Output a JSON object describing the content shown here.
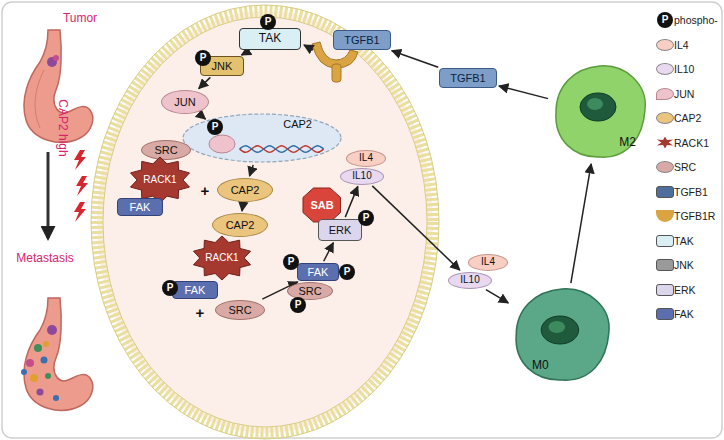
{
  "diagram": {
    "nodes": [
      {
        "text": [
          "TAK"
        ]
      },
      {
        "text": [
          "P"
        ]
      },
      {
        "text": [
          "JNK"
        ]
      },
      {
        "text": [
          "P"
        ]
      },
      {
        "text": [
          "JUN"
        ]
      },
      {
        "text": [
          "CAP2"
        ]
      },
      {
        "text": [
          "P"
        ],
        "in": 5
      },
      {
        "text": [
          "SRC"
        ]
      },
      {
        "text": [
          "RACK1"
        ]
      },
      {
        "text": [
          "FAK"
        ]
      },
      {
        "text": [
          "CAP2"
        ]
      },
      {
        "text": [
          "SAB"
        ]
      },
      {
        "text": [
          "CAP2"
        ]
      },
      {
        "text": [
          "RACK1"
        ]
      },
      {
        "text": [
          "FAK"
        ]
      },
      {
        "text": [
          "P"
        ]
      },
      {
        "text": [
          "SRC"
        ]
      },
      {
        "text": [
          "FAK"
        ]
      },
      {
        "text": [
          "P"
        ]
      },
      {
        "text": [
          "P"
        ]
      },
      {
        "text": [
          "SRC"
        ]
      },
      {
        "text": [
          "P"
        ]
      },
      {
        "text": [
          "ERK"
        ]
      },
      {
        "text": [
          "P"
        ]
      },
      {
        "text": [
          "IL4"
        ]
      },
      {
        "text": [
          "IL10"
        ]
      },
      {
        "text": [
          "TGFB1"
        ]
      },
      {
        "text": [
          "TGFB1"
        ]
      },
      {
        "text": [
          "IL4"
        ]
      },
      {
        "text": [
          "IL10"
        ]
      },
      {
        "text": [
          "M2"
        ]
      },
      {
        "text": [
          "M0"
        ]
      }
    ],
    "edges": [
      {
        "from": 27,
        "to": 26,
        "arrow": "to"
      },
      {
        "from": 0,
        "to": 2,
        "arrow": "to"
      },
      {
        "from": 2,
        "to": 4,
        "arrow": "to"
      },
      {
        "from": 4,
        "to": 6,
        "arrow": "to"
      },
      {
        "from": 5,
        "to": 10,
        "arrow": "to"
      },
      {
        "from": 10,
        "to": 12,
        "arrow": "to"
      },
      {
        "from": 16,
        "to": 17,
        "arrow": "to"
      },
      {
        "from": 17,
        "to": 22,
        "arrow": "to"
      },
      {
        "from": 22,
        "to": 25,
        "arrow": "to"
      },
      {
        "from": 25,
        "to": 29,
        "arrow": "to"
      },
      {
        "from": 29,
        "to": 31,
        "arrow": "to"
      },
      {
        "from": 31,
        "to": 30,
        "arrow": "to"
      },
      {
        "from": 30,
        "to": 27,
        "arrow": "to"
      }
    ],
    "labels": [
      "Tumor",
      "CAP2 high",
      "Metastasis",
      "+",
      "+",
      "P"
    ],
    "legend": [
      {
        "text": "phospho-"
      },
      {
        "text": "IL4",
        "color": "#f8cfc2"
      },
      {
        "text": "IL10",
        "color": "#e8d8f0"
      },
      {
        "text": "JUN",
        "color": "#eec3cb"
      },
      {
        "text": "CAP2",
        "color": "#ebc47e"
      },
      {
        "text": "RACK1",
        "color": "#a5392f"
      },
      {
        "text": "SRC",
        "color": "#d9aaa5"
      },
      {
        "text": "TGFB1",
        "color": "#4d6f9e"
      },
      {
        "text": "TGFB1R",
        "color": "#d9a441"
      },
      {
        "text": "TAK",
        "color": "#d9eff3"
      },
      {
        "text": "JNK",
        "color": "#9a9a9a"
      },
      {
        "text": "ERK",
        "color": "#dcd6ec"
      },
      {
        "text": "FAK",
        "color": "#5b6fae"
      }
    ]
  }
}
